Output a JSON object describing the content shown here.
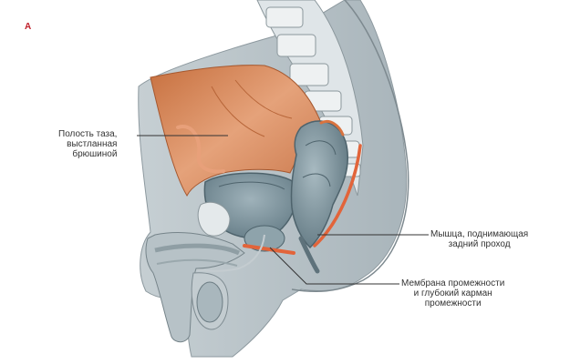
{
  "figure": {
    "panel_letter": "A",
    "labels": {
      "pelvic_cavity": [
        "Полость таза,",
        "выстланная",
        "брюшиной"
      ],
      "levator_ani": [
        "Мышца, поднимающая",
        "задний проход"
      ],
      "perineal_membrane": [
        "Мембрана промежности",
        "и глубокий карман",
        "промежности"
      ]
    }
  },
  "colors": {
    "peritoneum_orange": "#d98a5a",
    "muscle_orange_red": "#e2643a",
    "tissue_gray": "#b9c3c8",
    "organ_gray_blue": "#7f96a0",
    "bone_light": "#eef1f2",
    "leader_line": "#333333"
  }
}
